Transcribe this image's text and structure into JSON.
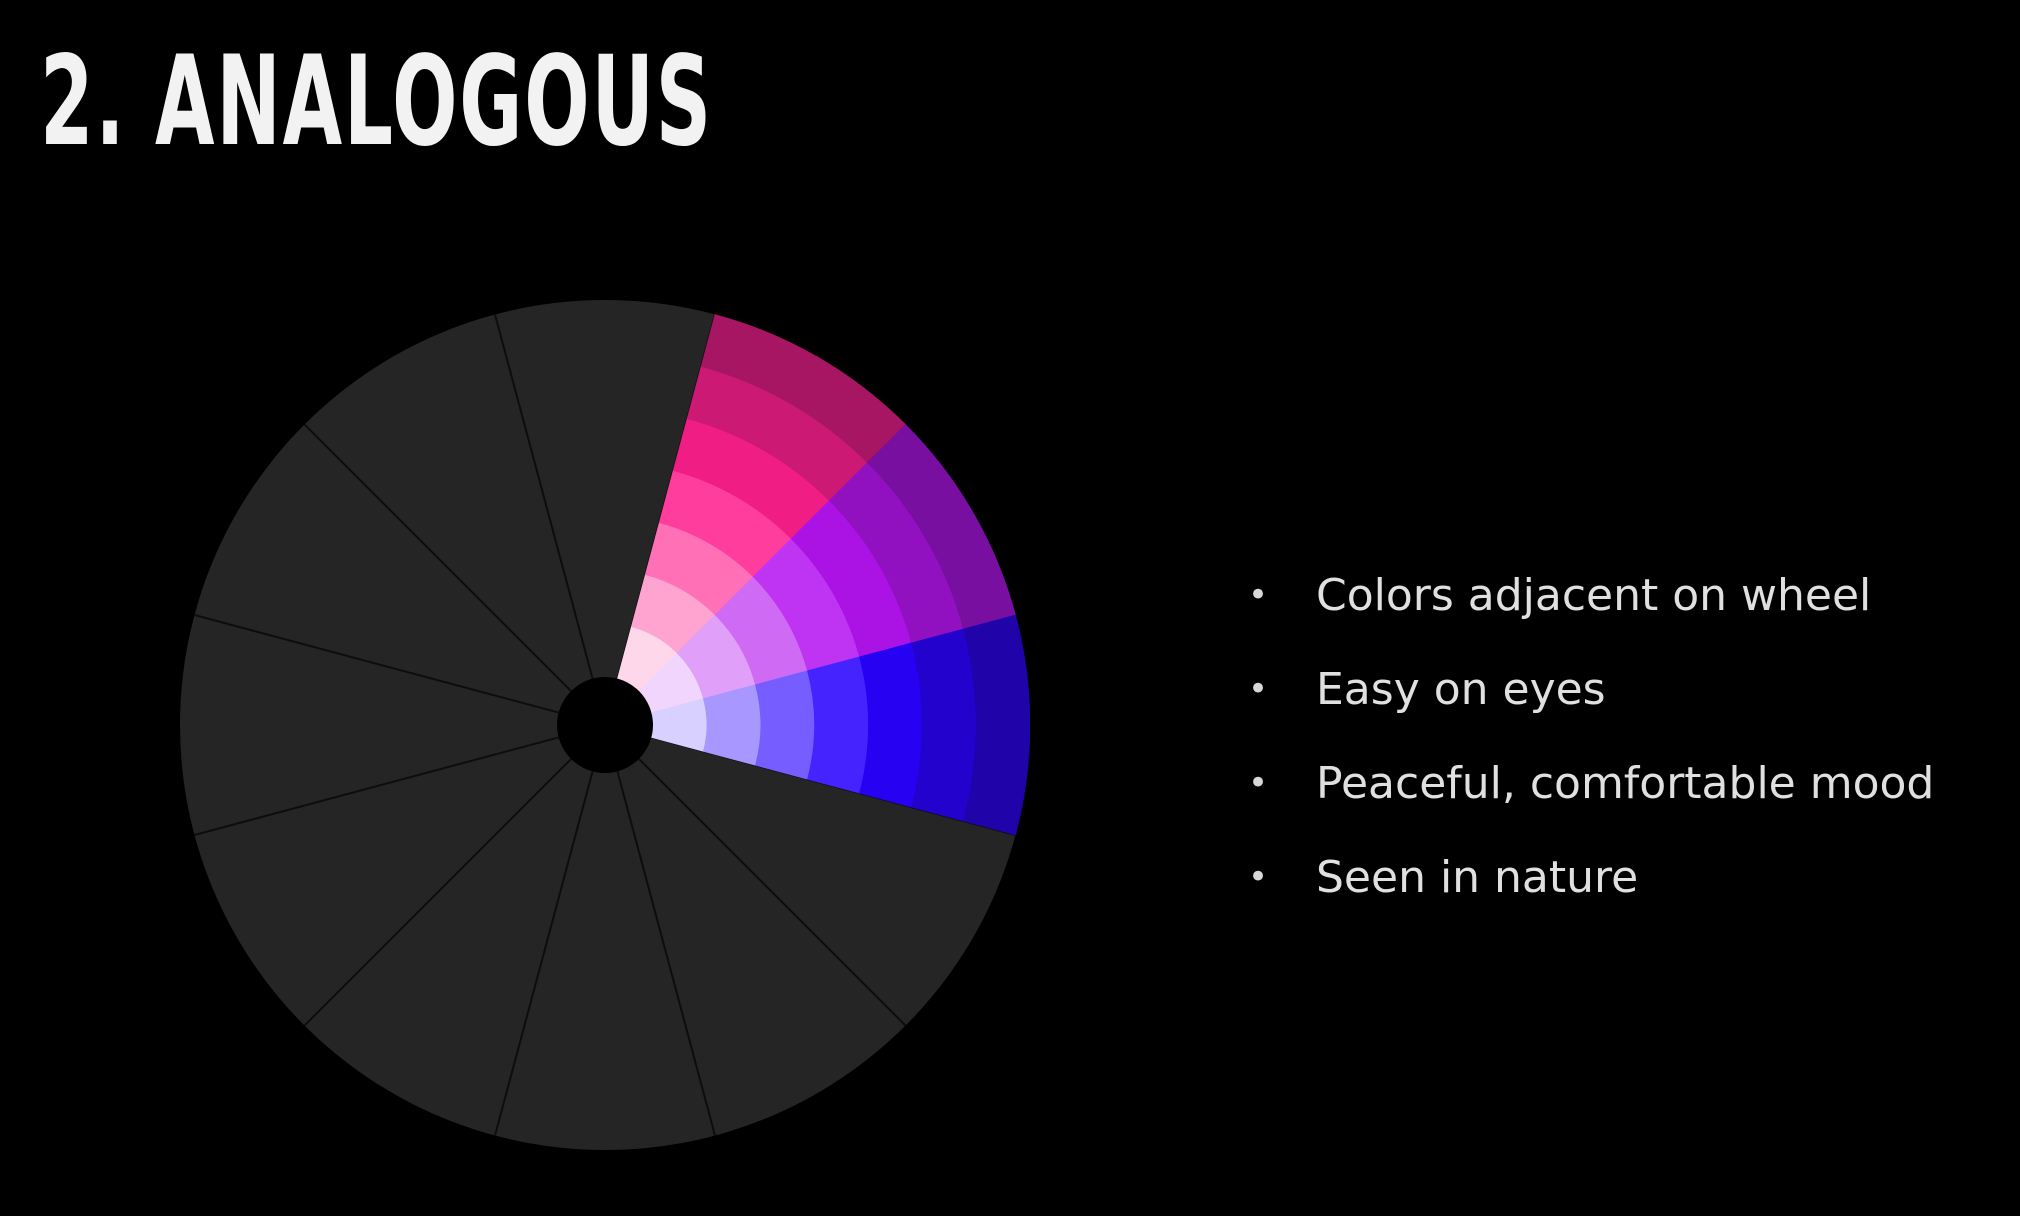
{
  "slide": {
    "title": "2. ANALOGOUS",
    "bullet_symbol": "•",
    "bullets": [
      "Colors adjacent on wheel",
      "Easy on eyes",
      "Peaceful, comfortable mood",
      "Seen in nature"
    ]
  },
  "color_wheel": {
    "segments": 12,
    "rings": 7,
    "highlighted_hues": [
      "magenta",
      "purple",
      "blue"
    ],
    "colors": {
      "background": "#000000",
      "muted_segment": "#252525",
      "magenta_base": "#ff1e8c",
      "purple_base": "#b414f0",
      "blue_base": "#2800ff",
      "center_hole": "#000000"
    }
  }
}
